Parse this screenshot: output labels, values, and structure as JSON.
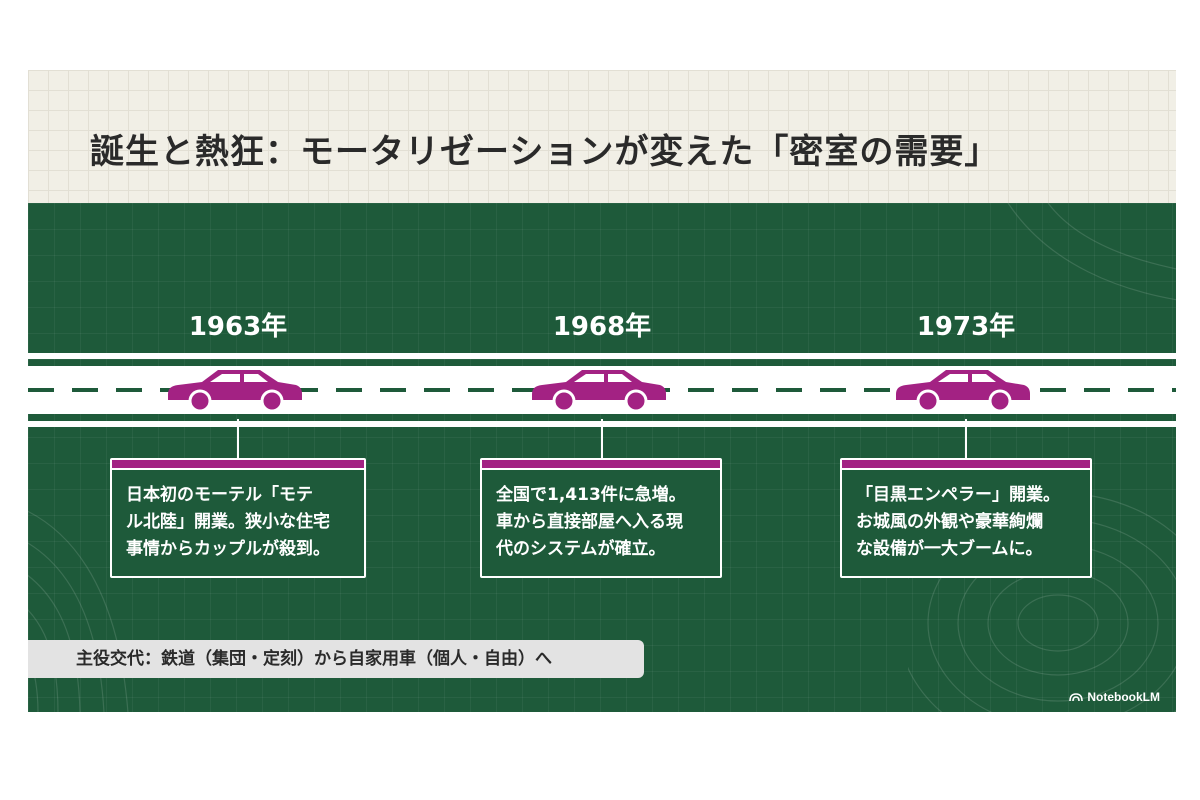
{
  "title": "誕生と熱狂：モータリゼーションが変えた「密室の需要」",
  "colors": {
    "header_bg": "#f1efe6",
    "main_bg": "#1e5a3a",
    "car": "#a32283",
    "card_accent": "#a32283",
    "road": "#ffffff"
  },
  "timeline": [
    {
      "year": "1963年",
      "lines": [
        "日本初のモーテル「モテ",
        "ル北陸」開業。狭小な住宅",
        "事情からカップルが殺到。"
      ]
    },
    {
      "year": "1968年",
      "lines": [
        "全国で1,413件に急増。",
        "車から直接部屋へ入る現",
        "代のシステムが確立。"
      ]
    },
    {
      "year": "1973年",
      "lines": [
        "「目黒エンペラー」開業。",
        "お城風の外観や豪華絢爛",
        "な設備が一大ブームに。"
      ]
    }
  ],
  "footer": "主役交代：鉄道（集団・定刻）から自家用車（個人・自由）へ",
  "logo": "NotebookLM",
  "icons": {
    "car": "car-icon",
    "logo": "notebooklm-logo-icon"
  }
}
